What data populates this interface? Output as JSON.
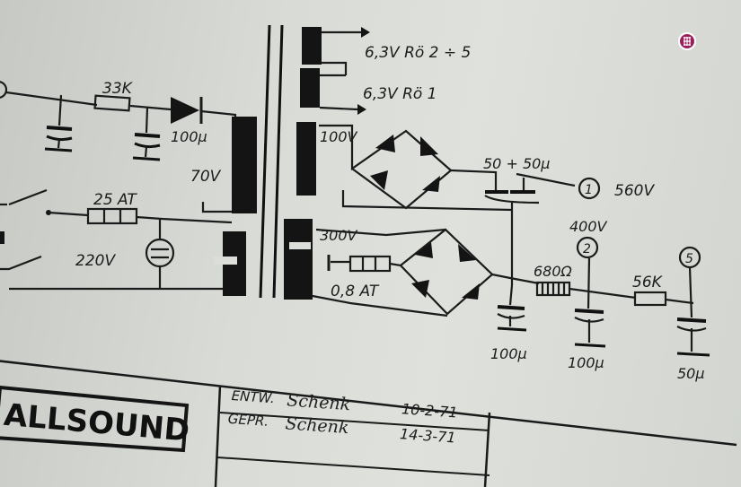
{
  "labels": {
    "r_33k": "33K",
    "c_100u_left": "100µ",
    "v_70": "70V",
    "fuse_25at": "25 AT",
    "v_220": "220V",
    "heater_1": "6,3V Rö 2 ÷ 5",
    "heater_2": "6,3V Rö 1",
    "v_100": "100V",
    "c_50_50": "50 + 50µ",
    "node_1": "1",
    "v_560": "560V",
    "v_300": "300V",
    "fuse_08at": "0,8 AT",
    "v_400": "400V",
    "node_2": "2",
    "r_680": "680Ω",
    "r_56k": "56K",
    "node_5": "5",
    "c_100u_a": "100µ",
    "c_100u_b": "100µ",
    "c_50u": "50µ"
  },
  "title_block": {
    "brand": "ALLSOUND",
    "entw_label": "ENTW.",
    "entw_sign": "Schenk",
    "entw_date": "10-2-71",
    "gepr_label": "GEPR.",
    "gepr_sign": "Schenk",
    "gepr_date": "14-3-71"
  },
  "badge": {
    "icon": "grid-icon",
    "color": "#9b1f5a"
  }
}
